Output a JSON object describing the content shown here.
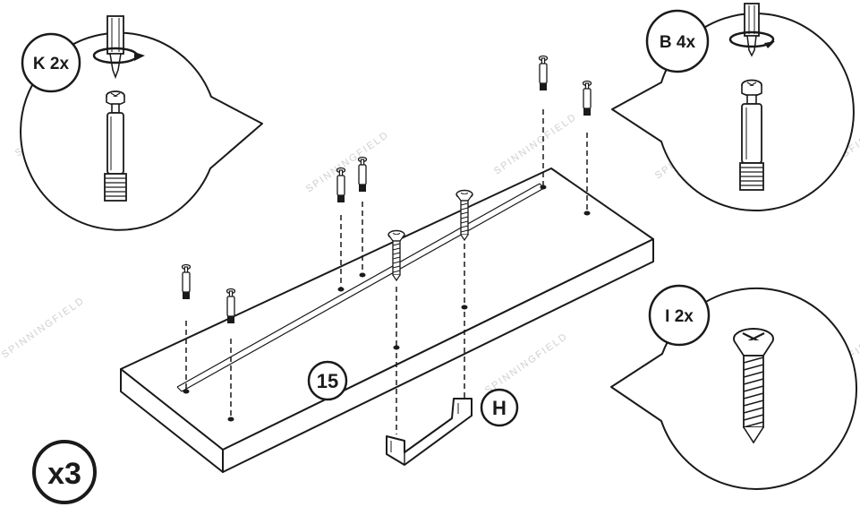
{
  "callouts": {
    "k_label": "K 2x",
    "b_label": "B 4x",
    "i_label": "I 2x"
  },
  "parts": {
    "panel_number": "15",
    "handle_letter": "H"
  },
  "quantity": "x3",
  "watermark": "SPINNINGFIELD",
  "colors": {
    "ink": "#1a1a1a",
    "paper": "#ffffff",
    "watermark": "#cfcfcf"
  }
}
